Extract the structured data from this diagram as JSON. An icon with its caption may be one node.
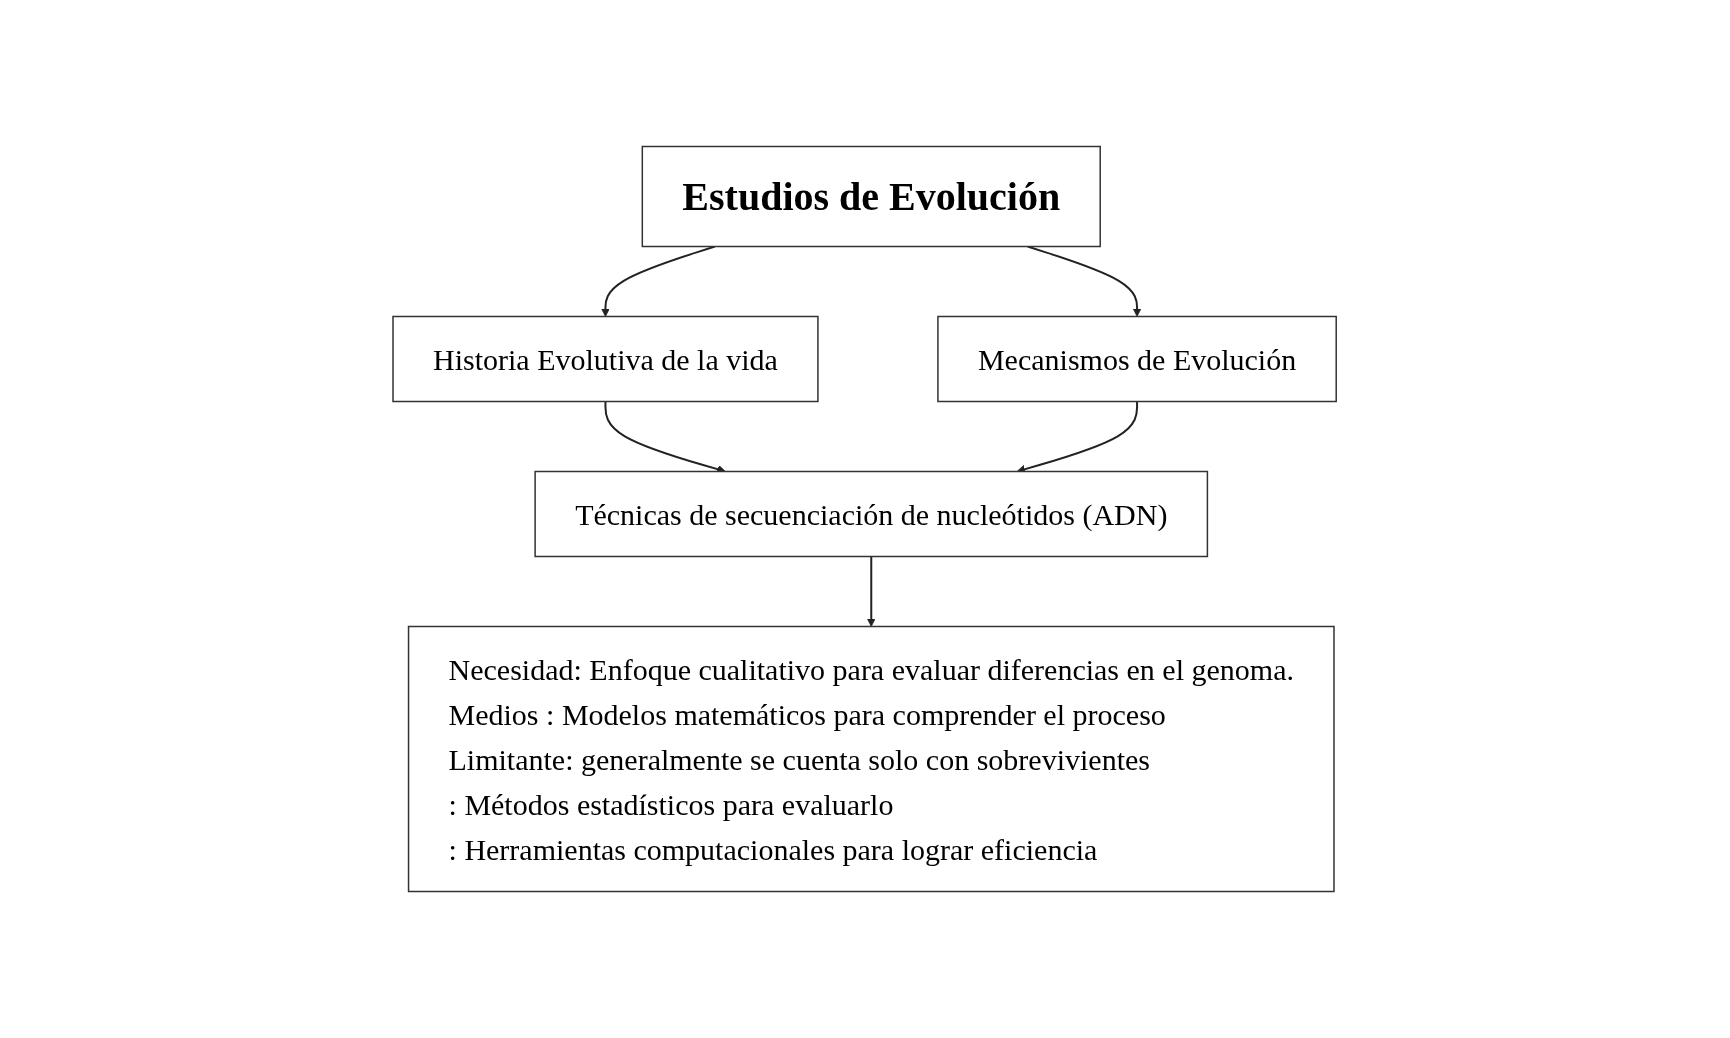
{
  "diagram": {
    "nodes": [
      {
        "text": [
          "Estudios de Evolución"
        ]
      },
      {
        "text": [
          "Historia Evolutiva de la vida"
        ]
      },
      {
        "text": [
          "Mecanismos de Evolución"
        ]
      },
      {
        "text": [
          "Técnicas de secuenciación de nucleótidos (ADN)"
        ]
      },
      {
        "text": [
          "Necesidad: Enfoque cualitativo para evaluar diferencias en el genoma.",
          "Medios : Modelos matemáticos para comprender el proceso",
          "Limitante: generalmente se cuenta solo con sobrevivientes",
          ": Métodos estadísticos para evaluarlo",
          ": Herramientas computacionales para lograr eficiencia"
        ]
      }
    ],
    "edges": [
      {
        "from": 0,
        "to": 1,
        "arrow": "to"
      },
      {
        "from": 0,
        "to": 2,
        "arrow": "to"
      },
      {
        "from": 1,
        "to": 3,
        "arrow": "to"
      },
      {
        "from": 2,
        "to": 3,
        "arrow": "to"
      },
      {
        "from": 3,
        "to": 4,
        "arrow": "to"
      }
    ]
  }
}
